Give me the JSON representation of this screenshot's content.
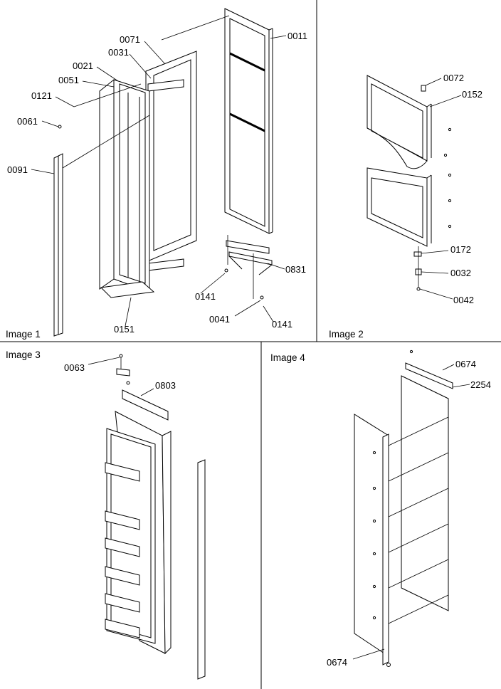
{
  "panels": [
    {
      "caption": "Image 1",
      "labels": [
        "0011",
        "0071",
        "0031",
        "0021",
        "0051",
        "0121",
        "0061",
        "0091",
        "0831",
        "0141",
        "0041",
        "0141",
        "0151"
      ]
    },
    {
      "caption": "Image 2",
      "labels": [
        "0072",
        "0152",
        "0172",
        "0032",
        "0042"
      ]
    },
    {
      "caption": "Image 3",
      "labels": [
        "0063",
        "0803"
      ]
    },
    {
      "caption": "Image 4",
      "labels": [
        "0674",
        "2254",
        "0674"
      ]
    }
  ]
}
